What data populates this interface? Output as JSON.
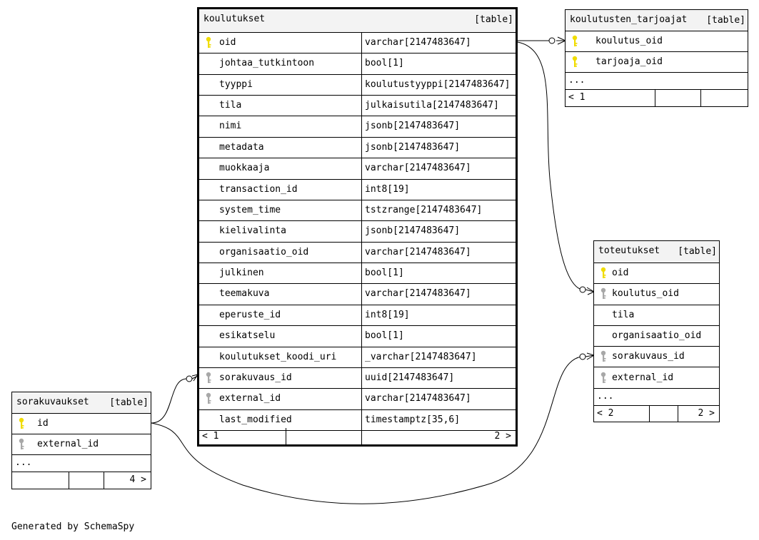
{
  "diagram": {
    "tag": "[table]",
    "more": "...",
    "credit": "Generated by SchemaSpy",
    "key_colors": {
      "primary": "#f0dc00",
      "foreign": "#a8a8a8"
    }
  },
  "koulutukset": {
    "name": "koulutukset",
    "columns": [
      {
        "name": "oid",
        "type": "varchar[2147483647]",
        "key": "primary"
      },
      {
        "name": "johtaa_tutkintoon",
        "type": "bool[1]",
        "key": ""
      },
      {
        "name": "tyyppi",
        "type": "koulutustyyppi[2147483647]",
        "key": ""
      },
      {
        "name": "tila",
        "type": "julkaisutila[2147483647]",
        "key": ""
      },
      {
        "name": "nimi",
        "type": "jsonb[2147483647]",
        "key": ""
      },
      {
        "name": "metadata",
        "type": "jsonb[2147483647]",
        "key": ""
      },
      {
        "name": "muokkaaja",
        "type": "varchar[2147483647]",
        "key": ""
      },
      {
        "name": "transaction_id",
        "type": "int8[19]",
        "key": ""
      },
      {
        "name": "system_time",
        "type": "tstzrange[2147483647]",
        "key": ""
      },
      {
        "name": "kielivalinta",
        "type": "jsonb[2147483647]",
        "key": ""
      },
      {
        "name": "organisaatio_oid",
        "type": "varchar[2147483647]",
        "key": ""
      },
      {
        "name": "julkinen",
        "type": "bool[1]",
        "key": ""
      },
      {
        "name": "teemakuva",
        "type": "varchar[2147483647]",
        "key": ""
      },
      {
        "name": "eperuste_id",
        "type": "int8[19]",
        "key": ""
      },
      {
        "name": "esikatselu",
        "type": "bool[1]",
        "key": ""
      },
      {
        "name": "koulutukset_koodi_uri",
        "type": "_varchar[2147483647]",
        "key": ""
      },
      {
        "name": "sorakuvaus_id",
        "type": "uuid[2147483647]",
        "key": "foreign"
      },
      {
        "name": "external_id",
        "type": "varchar[2147483647]",
        "key": "foreign"
      },
      {
        "name": "last_modified",
        "type": "timestamptz[35,6]",
        "key": ""
      }
    ],
    "footer_left": "< 1",
    "footer_right": "2 >"
  },
  "koulutusten_tarjoajat": {
    "name": "koulutusten_tarjoajat",
    "columns": [
      {
        "name": "koulutus_oid",
        "key": "primary"
      },
      {
        "name": "tarjoaja_oid",
        "key": "primary"
      }
    ],
    "footer_left": "< 1",
    "footer_right": ""
  },
  "toteutukset": {
    "name": "toteutukset",
    "columns": [
      {
        "name": "oid",
        "key": "primary"
      },
      {
        "name": "koulutus_oid",
        "key": "foreign"
      },
      {
        "name": "tila",
        "key": ""
      },
      {
        "name": "organisaatio_oid",
        "key": ""
      },
      {
        "name": "sorakuvaus_id",
        "key": "foreign"
      },
      {
        "name": "external_id",
        "key": "foreign"
      }
    ],
    "footer_left": "< 2",
    "footer_right": "2 >"
  },
  "sorakuvaukset": {
    "name": "sorakuvaukset",
    "columns": [
      {
        "name": "id",
        "key": "primary"
      },
      {
        "name": "external_id",
        "key": "foreign"
      }
    ],
    "footer_left": "",
    "footer_right": "4 >"
  }
}
